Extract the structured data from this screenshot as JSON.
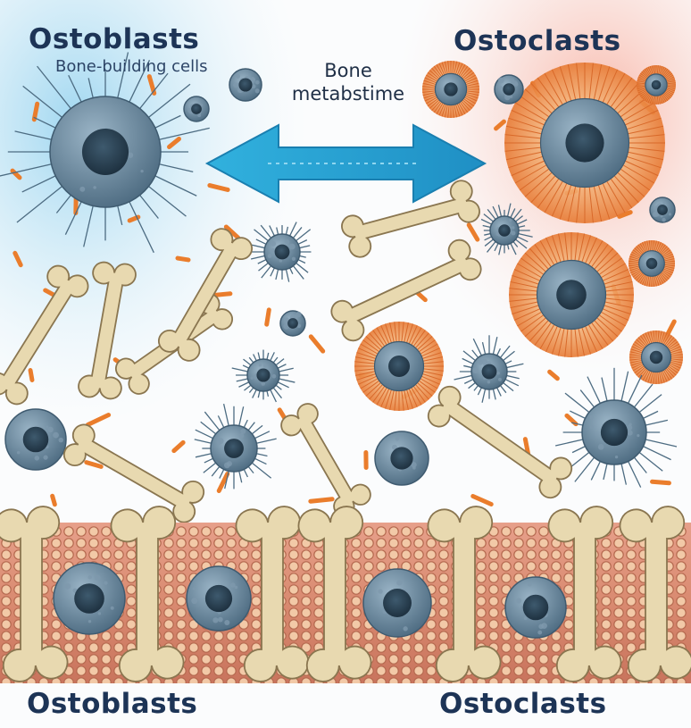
{
  "labels": {
    "top_left_title": "Ostoblasts",
    "top_left_subtitle": "Bone-building cells",
    "top_right_title": "Ostoclasts",
    "center_line1": "Bone",
    "center_line2": "metabstime",
    "bottom_left_title": "Ostoblasts",
    "bottom_right_title": "Ostoclasts"
  },
  "colors": {
    "title_text": "#1d3456",
    "bone": "#e8d9b0",
    "bone_outline": "#8a7650",
    "cell_blue": "#5f7f95",
    "nucleus": "#2f4556",
    "arrow": "#2aa7d6",
    "orange_fiber": "#ea7d2c",
    "tissue_pink": "#d9836d",
    "left_glow": "#9fd6ef",
    "right_glow": "#f7b3a2"
  },
  "icons": [
    "bone-icon",
    "osteoblast-cell-icon",
    "osteoclast-cell-icon",
    "double-arrow-icon",
    "bone-tissue-strip"
  ]
}
